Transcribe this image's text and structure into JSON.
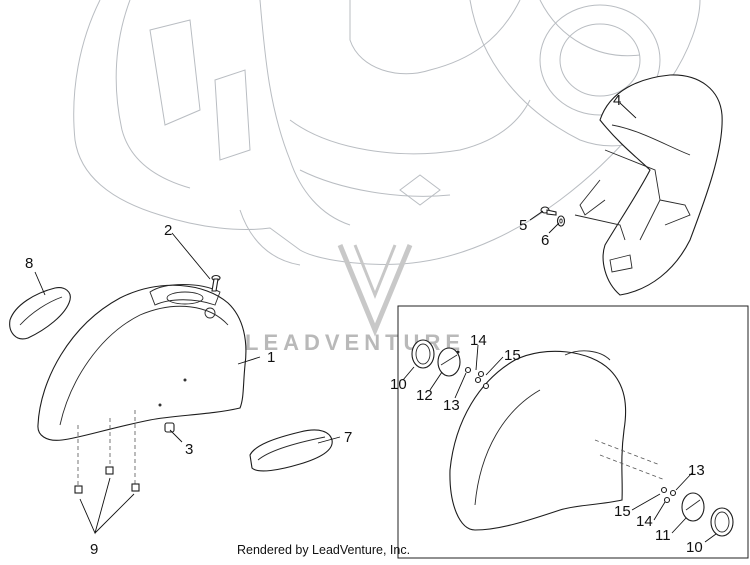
{
  "watermark": "LEADVENTURE",
  "footer": "Rendered by LeadVenture, Inc.",
  "callouts": {
    "c1": "1",
    "c2": "2",
    "c3": "3",
    "c4": "4",
    "c5": "5",
    "c6": "6",
    "c7": "7",
    "c8": "8",
    "c9": "9",
    "d10a": "10",
    "d12": "12",
    "d13a": "13",
    "d14a": "14",
    "d15a": "15",
    "d13b": "13",
    "d15b": "15",
    "d14b": "14",
    "d11": "11",
    "d10b": "10"
  }
}
